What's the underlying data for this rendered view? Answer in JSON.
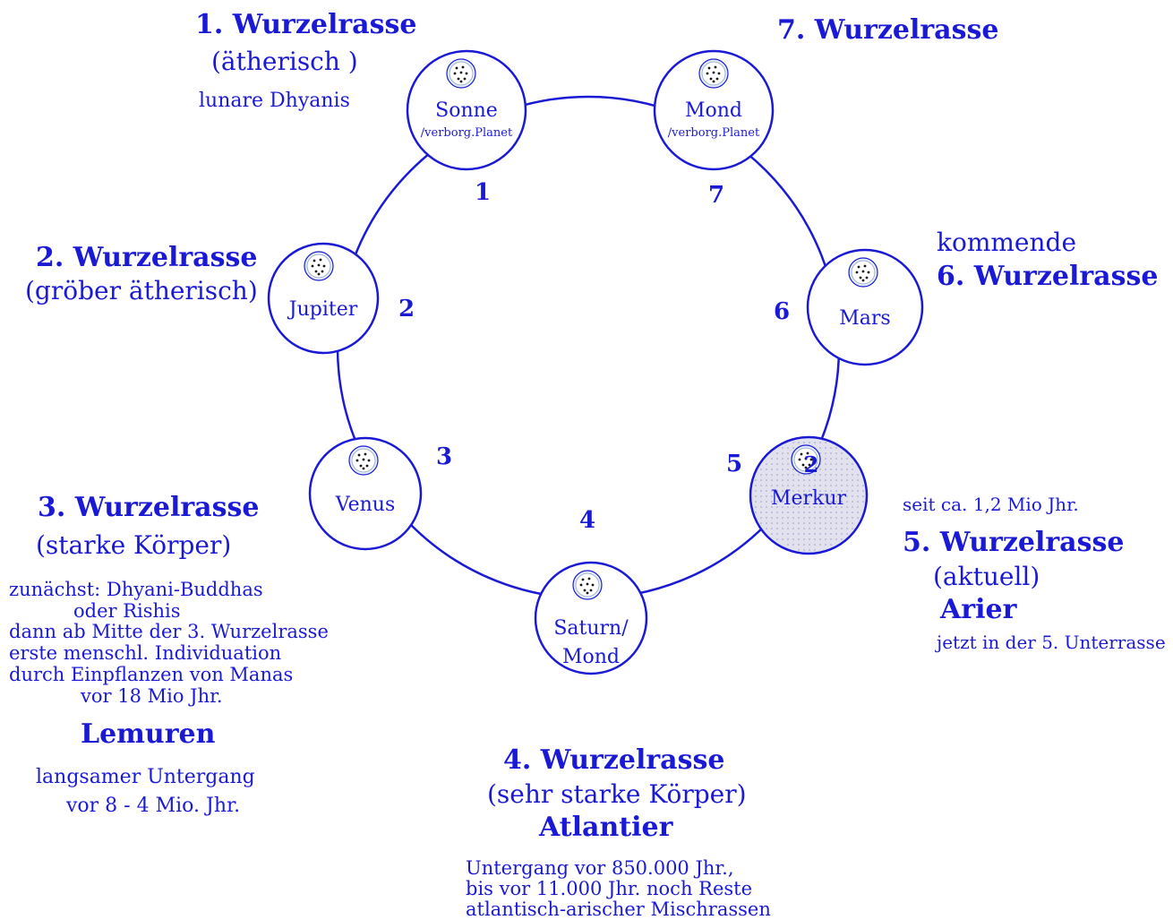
{
  "planets": [
    {
      "label": "Sonne",
      "sublabel": "/verborg.Planet",
      "number": "1",
      "icon": "dotted-disc-icon"
    },
    {
      "label": "Jupiter",
      "sublabel": "",
      "number": "2",
      "icon": "dotted-disc-icon"
    },
    {
      "label": "Venus",
      "sublabel": "",
      "number": "3",
      "icon": "dotted-disc-icon"
    },
    {
      "label": "Saturn/",
      "sublabel": "Mond",
      "number": "4",
      "icon": "dotted-disc-icon"
    },
    {
      "label": "Merkur",
      "sublabel": "",
      "number": "5",
      "icon": "dotted-disc-icon",
      "marker": "2"
    },
    {
      "label": "Mars",
      "sublabel": "",
      "number": "6",
      "icon": "dotted-disc-icon"
    },
    {
      "label": "Mond",
      "sublabel": "/verborg.Planet",
      "number": "7",
      "icon": "dotted-disc-icon"
    }
  ],
  "race1": {
    "title": "1. Wurzelrasse",
    "subtitle": "(ätherisch )",
    "note": "lunare Dhyanis"
  },
  "race2": {
    "title": "2. Wurzelrasse",
    "subtitle": "(gröber ätherisch)"
  },
  "race3": {
    "title": "3. Wurzelrasse",
    "subtitle": "(starke Körper)",
    "lines": [
      "zunächst: Dhyani-Buddhas",
      "oder Rishis",
      "dann ab Mitte der 3. Wurzelrasse",
      "erste menschl. Individuation",
      "durch Einpflanzen von Manas",
      "vor 18 Mio Jhr."
    ],
    "people": "Lemuren",
    "decline1": "langsamer Untergang",
    "decline2": "vor 8 - 4 Mio. Jhr."
  },
  "race4": {
    "title": "4. Wurzelrasse",
    "subtitle": "(sehr starke Körper)",
    "people": "Atlantier",
    "lines": [
      "Untergang vor 850.000 Jhr.,",
      "bis vor 11.000 Jhr. noch  Reste",
      "atlantisch-arischer Mischrassen"
    ]
  },
  "race5": {
    "since": "seit  ca. 1,2 Mio Jhr.",
    "title": "5. Wurzelrasse",
    "subtitle": "(aktuell)",
    "people": "Arier",
    "note": "jetzt in der 5. Unterrasse"
  },
  "race6": {
    "pre": "kommende",
    "title": "6. Wurzelrasse"
  },
  "race7": {
    "title": "7. Wurzelrasse"
  },
  "colors": {
    "primary": "#1a1ad6",
    "merkur_fill": "#e2e2ee",
    "disc_fill": "#e8f0f8"
  }
}
